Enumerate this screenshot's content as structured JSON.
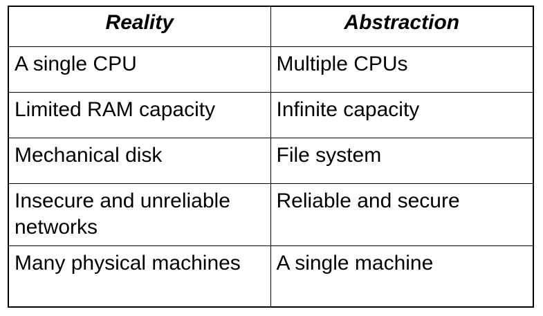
{
  "table": {
    "headers": [
      "Reality",
      "Abstraction"
    ],
    "rows": [
      [
        "A single CPU",
        "Multiple CPUs"
      ],
      [
        "Limited RAM capacity",
        "Infinite capacity"
      ],
      [
        "Mechanical disk",
        "File system"
      ],
      [
        "Insecure and unreliable networks",
        "Reliable and secure"
      ],
      [
        "Many physical machines",
        "A single machine"
      ]
    ]
  }
}
